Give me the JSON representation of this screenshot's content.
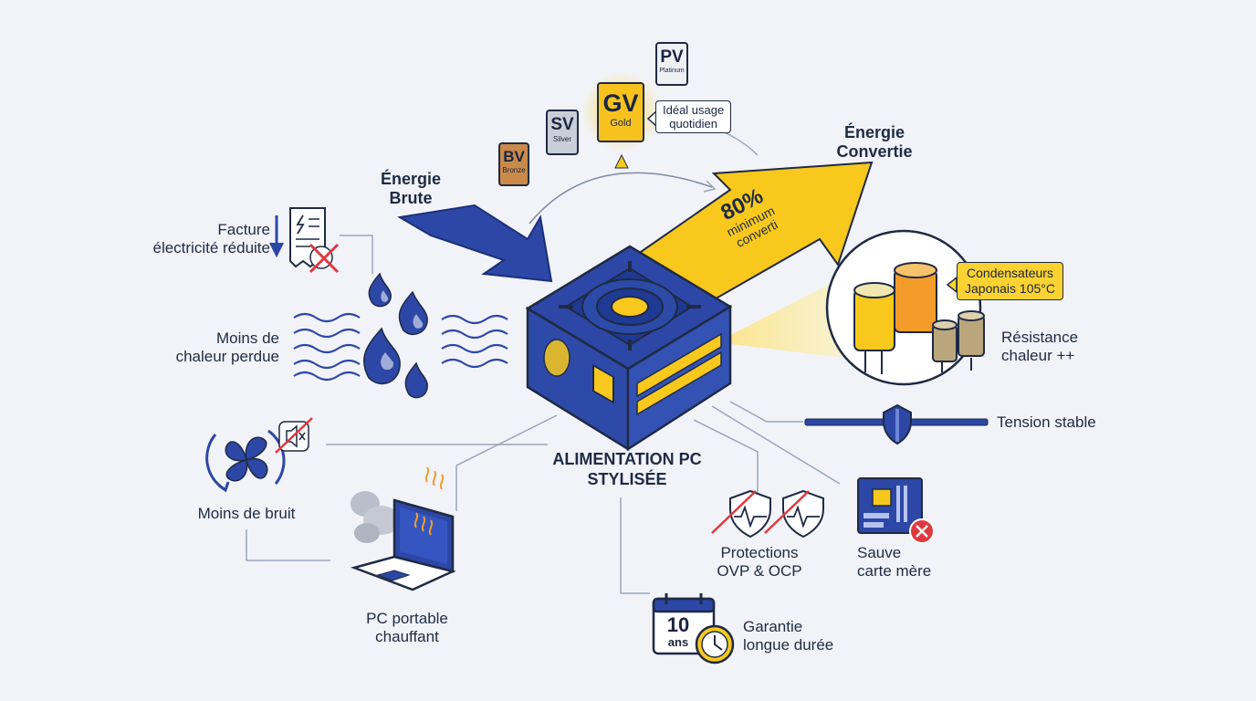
{
  "labels": {
    "energie_brute": [
      "Énergie",
      "Brute"
    ],
    "energie_convertie": [
      "Énergie",
      "Convertie"
    ],
    "facture": [
      "Facture",
      "électricité réduite"
    ],
    "chaleur": [
      "Moins de",
      "chaleur perdue"
    ],
    "bruit": "Moins de bruit",
    "portable": [
      "PC portable",
      "chauffant"
    ],
    "title": [
      "ALIMENTATION PC",
      "STYLISÉE"
    ],
    "protections": [
      "Protections",
      "OVP & OCP"
    ],
    "garantie": [
      "Garantie",
      "longue durée"
    ],
    "sauve": [
      "Sauve",
      "carte mère"
    ],
    "tension": "Tension stable",
    "resistance": [
      "Résistance",
      "chaleur ++"
    ],
    "condensateurs": [
      "Condensateurs",
      "Japonais 105°C"
    ],
    "ideal": [
      "Idéal usage",
      "quotidien"
    ]
  },
  "arrow_text": {
    "percent": "80%",
    "line1": "minimum",
    "line2": "converti"
  },
  "calendar": {
    "number": "10",
    "unit": "ans"
  },
  "badges": {
    "bronze": {
      "big": "BV",
      "small": "Bronze",
      "color": "#c98a4a"
    },
    "silver": {
      "big": "SV",
      "small": "Silver",
      "color": "#c9ced8"
    },
    "gold": {
      "big": "GV",
      "small": "Gold",
      "color": "#f7c21e"
    },
    "platinum": {
      "big": "PV",
      "small": "Platinum",
      "color": "#eef0f4"
    }
  },
  "colors": {
    "blue": "#2d47a6",
    "navy": "#1f2a44",
    "yellow": "#f8c91c",
    "red": "#e0383e",
    "orange": "#f39c2a"
  },
  "icons": [
    "invoice-icon",
    "flame-icon",
    "heat-wave-icon",
    "fan-icon",
    "mute-icon",
    "laptop-icon",
    "shield-icon",
    "motherboard-icon",
    "calendar-icon",
    "clock-icon",
    "capacitor-icon",
    "psu-icon"
  ]
}
